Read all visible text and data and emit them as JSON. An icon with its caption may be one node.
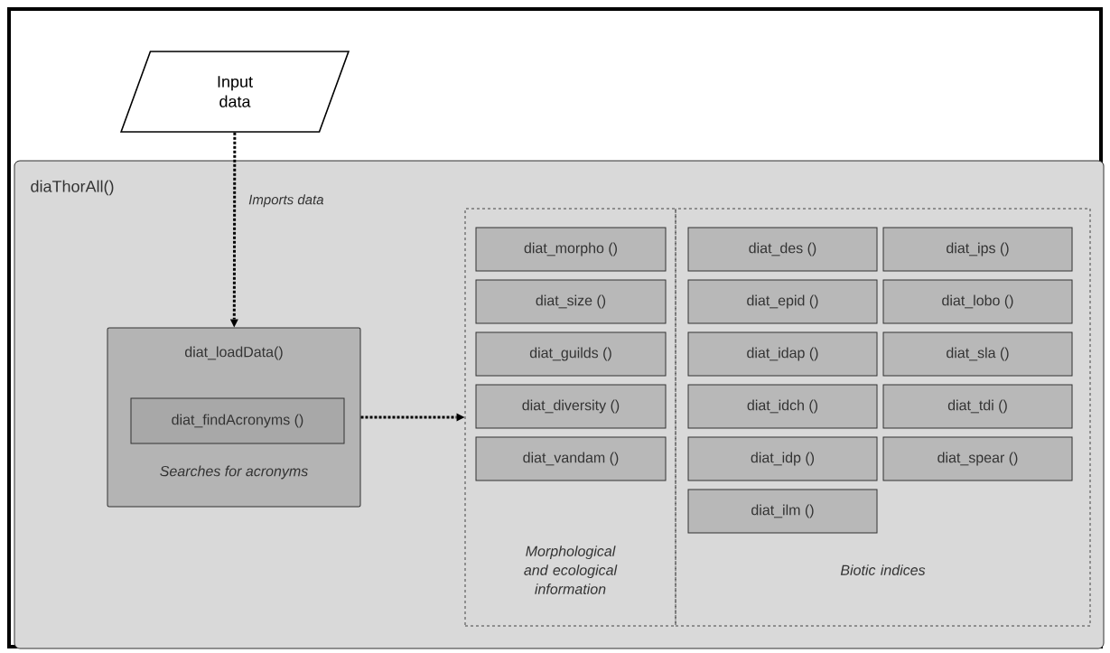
{
  "diagram": {
    "nodes": [
      {
        "text": [
          "Input data"
        ]
      },
      {
        "text": [
          "diaThorAll()"
        ]
      },
      {
        "text": [
          "diat_loadData()",
          "Searches for acronyms"
        ],
        "in": 1
      },
      {
        "text": [
          "diat_findAcronyms ()"
        ],
        "in": 2
      },
      {
        "text": [
          "Morphological and ecological information"
        ],
        "in": 1
      },
      {
        "text": [
          "diat_morpho ()"
        ],
        "in": 4
      },
      {
        "text": [
          "diat_size ()"
        ],
        "in": 4
      },
      {
        "text": [
          "diat_guilds ()"
        ],
        "in": 4
      },
      {
        "text": [
          "diat_diversity ()"
        ],
        "in": 4
      },
      {
        "text": [
          "diat_vandam ()"
        ],
        "in": 4
      },
      {
        "text": [
          "Biotic indices"
        ],
        "in": 1
      },
      {
        "text": [
          "diat_des ()"
        ],
        "in": 10
      },
      {
        "text": [
          "diat_ips ()"
        ],
        "in": 10
      },
      {
        "text": [
          "diat_epid ()"
        ],
        "in": 10
      },
      {
        "text": [
          "diat_lobo ()"
        ],
        "in": 10
      },
      {
        "text": [
          "diat_idap ()"
        ],
        "in": 10
      },
      {
        "text": [
          "diat_sla ()"
        ],
        "in": 10
      },
      {
        "text": [
          "diat_idch ()"
        ],
        "in": 10
      },
      {
        "text": [
          "diat_tdi ()"
        ],
        "in": 10
      },
      {
        "text": [
          "diat_idp ()"
        ],
        "in": 10
      },
      {
        "text": [
          "diat_spear ()"
        ],
        "in": 10
      },
      {
        "text": [
          "diat_ilm ()"
        ],
        "in": 10
      }
    ],
    "edges": [
      {
        "from": 0,
        "to": 2,
        "arrow": "to",
        "label": "Imports data",
        "style": "dashed"
      },
      {
        "from": 2,
        "to": 4,
        "arrow": "to",
        "style": "dashed"
      }
    ]
  }
}
